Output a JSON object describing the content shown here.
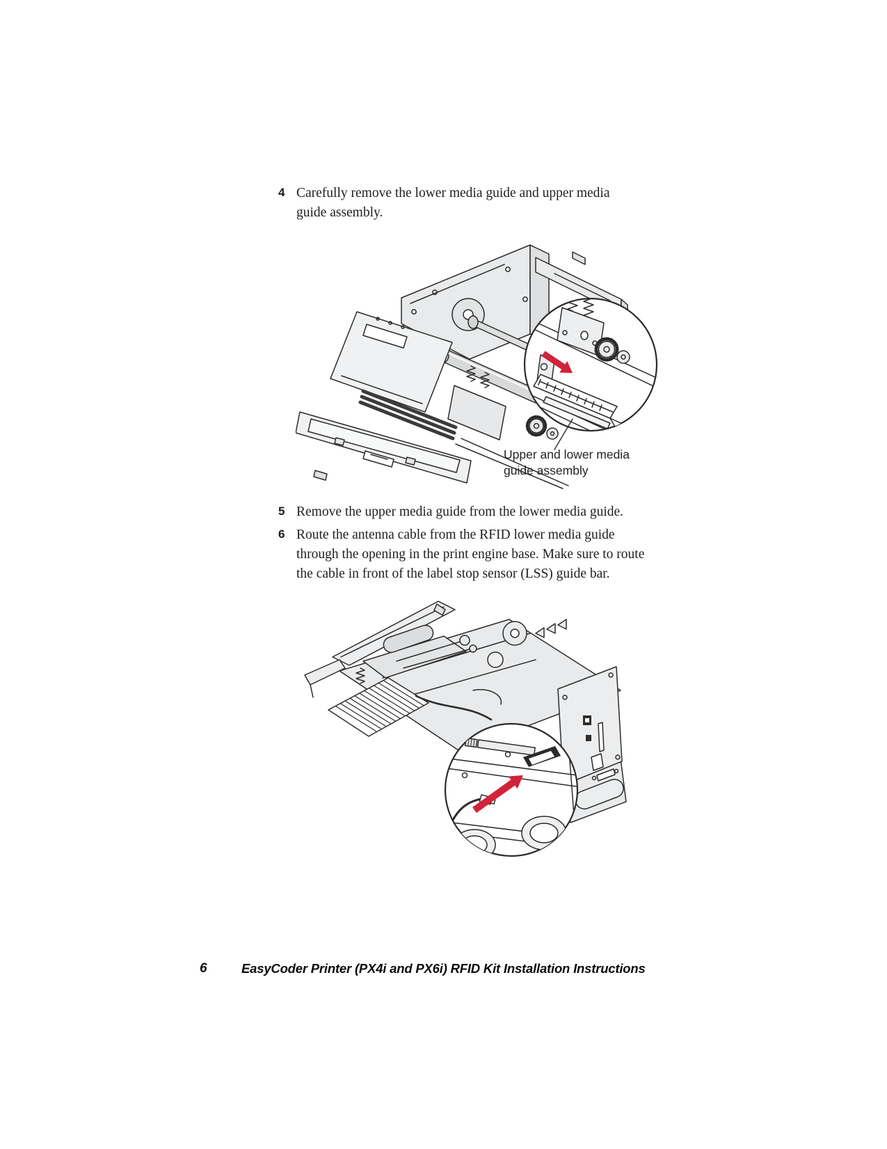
{
  "document": {
    "page_number": "6",
    "footer_title": "EasyCoder Printer (PX4i and PX6i) RFID Kit Installation Instructions"
  },
  "steps": [
    {
      "number": "4",
      "text": "Carefully remove the lower media guide and upper media guide assembly."
    },
    {
      "number": "5",
      "text": "Remove the upper media guide from the lower media guide."
    },
    {
      "number": "6",
      "text": "Route the antenna cable from the RFID lower media guide through the opening in the print engine base. Make sure to route the cable in front of the label stop sensor (LSS) guide bar."
    }
  ],
  "figure1": {
    "callout_label": "Upper and lower media guide assembly"
  },
  "colors": {
    "arrow_red": "#D22339",
    "line_dark": "#2B2B2B",
    "fill_gray": "#E9EAEB"
  }
}
